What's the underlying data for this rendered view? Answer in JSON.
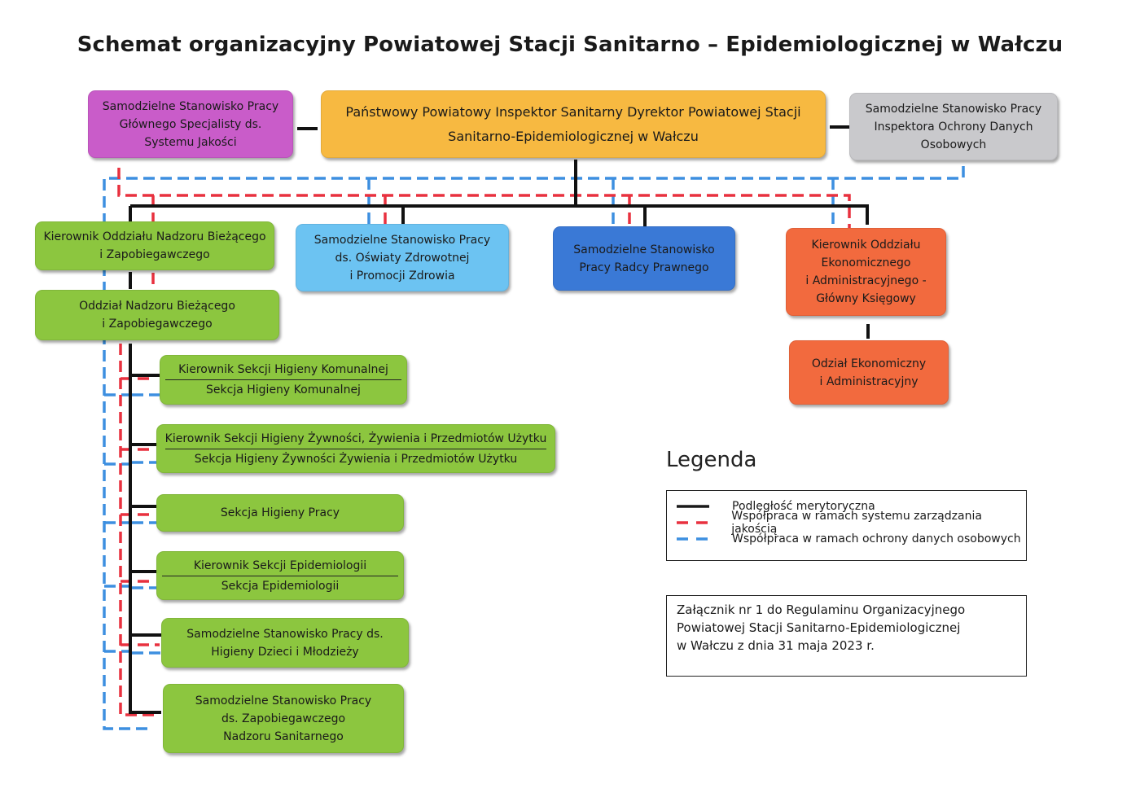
{
  "title": "Schemat organizacyjny Powiatowej Stacji Sanitarno – Epidemiologicznej w Wałczu",
  "boxes": {
    "quality": [
      "Samodzielne Stanowisko Pracy",
      "Głównego Specjalisty ds.",
      "Systemu Jakości"
    ],
    "director": [
      "Państwowy Powiatowy Inspektor Sanitarny Dyrektor Powiatowej Stacji",
      "Sanitarno-Epidemiologicznej w Wałczu"
    ],
    "dpo": [
      "Samodzielne Stanowisko Pracy",
      "Inspektora Ochrony Danych",
      "Osobowych"
    ],
    "head_supervision": [
      "Kierownik Oddziału Nadzoru Bieżącego",
      "i Zapobiegawczego"
    ],
    "health_education": [
      "Samodzielne Stanowisko Pracy",
      "ds. Oświaty Zdrowotnej",
      "i Promocji Zdrowia"
    ],
    "legal": [
      "Samodzielne Stanowisko",
      "Pracy Radcy Prawnego"
    ],
    "head_economic": [
      "Kierownik Oddziału",
      "Ekonomicznego",
      "i Administracyjnego -",
      "Główny Księgowy"
    ],
    "dept_supervision": [
      "Oddział Nadzoru Bieżącego",
      "i Zapobiegawczego"
    ],
    "dept_economic": [
      "Odział Ekonomiczny",
      "i Administracyjny"
    ],
    "communal": [
      "Kierownik Sekcji Higieny Komunalnej",
      "Sekcja Higieny Komunalnej"
    ],
    "food": [
      "Kierownik Sekcji Higieny Żywności, Żywienia i Przedmiotów Użytku",
      "Sekcja Higieny Żywności Żywienia i Przedmiotów Użytku"
    ],
    "work": [
      "Sekcja Higieny Pracy"
    ],
    "epidemiology": [
      "Kierownik Sekcji Epidemiologii",
      "Sekcja Epidemiologii"
    ],
    "children": [
      "Samodzielne Stanowisko Pracy ds.",
      "Higieny Dzieci i Młodzieży"
    ],
    "preventive": [
      "Samodzielne Stanowisko Pracy",
      "ds. Zapobiegawczego",
      "Nadzoru Sanitarnego"
    ]
  },
  "legend": {
    "title": "Legenda",
    "items": [
      {
        "label": "Podległość merytoryczna",
        "color": "#1a1a1a",
        "style": "solid"
      },
      {
        "label": "Współpraca w ramach systemu zarządzania jakością",
        "color": "#e8313f",
        "style": "dashed"
      },
      {
        "label": "Współpraca w ramach ochrony danych osobowych",
        "color": "#3d8fe0",
        "style": "dashed"
      }
    ]
  },
  "note": [
    "Załącznik nr 1 do Regulaminu Organizacyjnego",
    "Powiatowej Stacji Sanitarno-Epidemiologicznej",
    "w Wałczu z dnia 31 maja 2023 r."
  ],
  "colors": {
    "purple": "#c95cc9",
    "orange": "#f7b941",
    "grey": "#c9c9cc",
    "green": "#8cc63f",
    "light_blue": "#6cc3f2",
    "dark_blue": "#3a79d6",
    "red_orange": "#f26a3e"
  }
}
